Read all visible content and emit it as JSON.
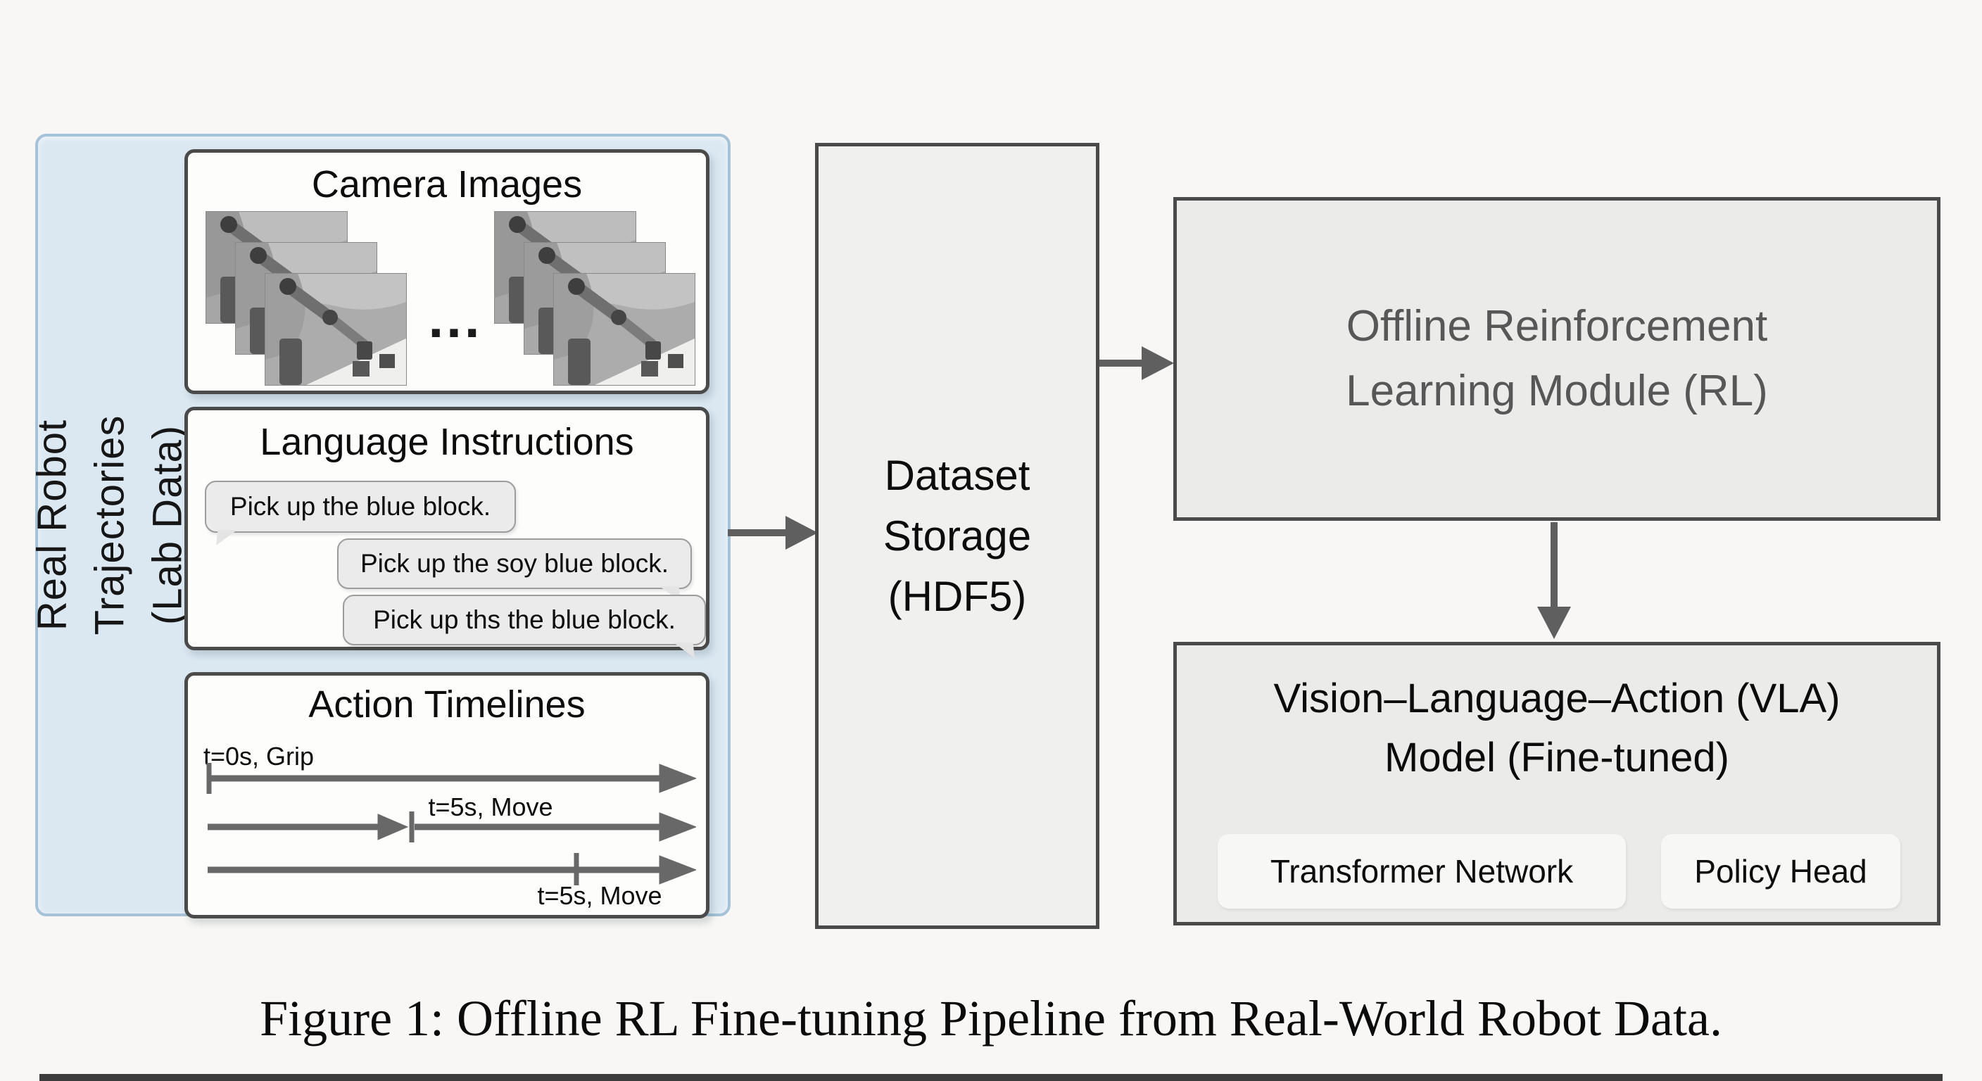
{
  "figure": {
    "caption": "Figure 1: Offline RL Fine-tuning Pipeline from Real-World Robot Data."
  },
  "lab_panel": {
    "label_line1": "Real Robot Trajectories",
    "label_line2": "(Lab Data)"
  },
  "camera": {
    "title": "Camera Images",
    "ellipsis": "...",
    "photo_alt": "grayscale robot arm over a table with two small blocks",
    "stacks": 2,
    "photos_per_stack": 3
  },
  "language": {
    "title": "Language Instructions",
    "bubbles": [
      "Pick up the blue block.",
      "Pick up the soy blue block.",
      "Pick up ths the blue block."
    ]
  },
  "action": {
    "title": "Action Timelines",
    "timelines": [
      {
        "label": "t=0s, Grip"
      },
      {
        "label": "t=5s, Move"
      },
      {
        "label": "t=5s, Move"
      }
    ]
  },
  "storage": {
    "line1": "Dataset",
    "line2": "Storage",
    "line3": "(HDF5)"
  },
  "rl_module": {
    "line1": "Offline Reinforcement",
    "line2": "Learning Module (RL)"
  },
  "vla": {
    "title_line1": "Vision–Language–Action (VLA)",
    "title_line2": "Model (Fine-tuned)",
    "chips": [
      "Transformer Network",
      "Policy Head"
    ]
  },
  "colors": {
    "panel_fill": "#dbe8f2",
    "panel_border": "#a6c2d6",
    "box_border": "#4a4a4a",
    "gray_box_fill": "#ebebe9",
    "storage_fill": "#f0f0ee",
    "bubble_fill": "#ebebeb",
    "arrow": "#5f5f5f",
    "rl_text_color": "#575757"
  }
}
